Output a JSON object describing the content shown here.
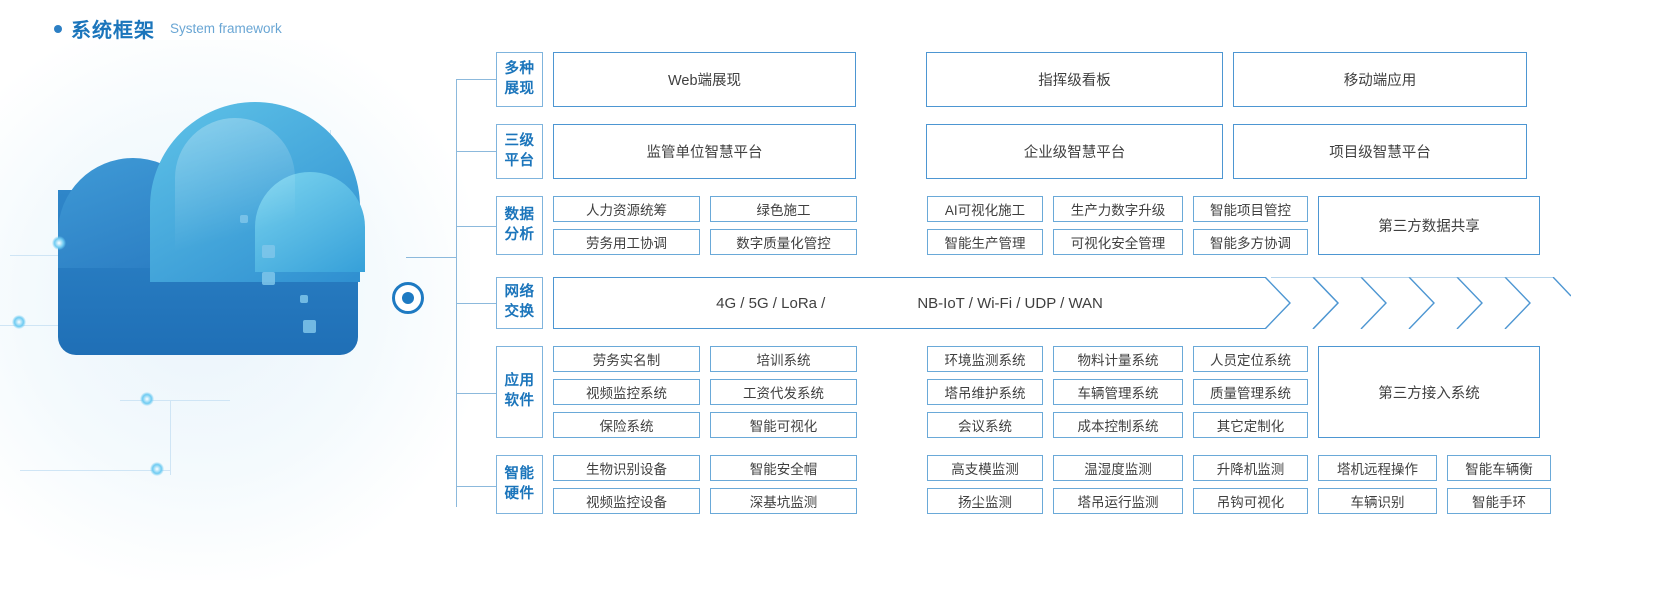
{
  "heading": {
    "title_zh": "系统框架",
    "title_en": "System framework",
    "bullet_color": "#2c7fc4",
    "title_color": "#1b75bb"
  },
  "artwork": {
    "name": "cloud-computing-illustration",
    "node_label": ""
  },
  "rows": [
    {
      "id": "presentation",
      "label_lines": [
        "多种",
        "展现"
      ],
      "type": "bigboxes",
      "boxes": [
        "Web端展现",
        "指挥级看板",
        "移动端应用"
      ]
    },
    {
      "id": "three-tier-platform",
      "label_lines": [
        "三级",
        "平台"
      ],
      "type": "bigboxes",
      "boxes": [
        "监管单位智慧平台",
        "企业级智慧平台",
        "项目级智慧平台"
      ]
    },
    {
      "id": "data-analysis",
      "label_lines": [
        "数据",
        "分析"
      ],
      "type": "grid",
      "left_grid": [
        [
          "人力资源统筹",
          "绿色施工"
        ],
        [
          "劳务用工协调",
          "数字质量化管控"
        ]
      ],
      "right_grid": [
        [
          "AI可视化施工",
          "生产力数字升级",
          "智能项目管控"
        ],
        [
          "智能生产管理",
          "可视化安全管理",
          "智能多方协调"
        ]
      ],
      "side_box": "第三方数据共享"
    },
    {
      "id": "network-exchange",
      "label_lines": [
        "网络",
        "交换"
      ],
      "type": "network",
      "texts": [
        "4G / 5G / LoRa /",
        "NB-IoT / Wi-Fi / UDP / WAN"
      ],
      "arrow_count": 6
    },
    {
      "id": "application-software",
      "label_lines": [
        "应用",
        "软件"
      ],
      "type": "grid",
      "left_grid": [
        [
          "劳务实名制",
          "培训系统"
        ],
        [
          "视频监控系统",
          "工资代发系统"
        ],
        [
          "保险系统",
          "智能可视化"
        ]
      ],
      "right_grid": [
        [
          "环境监测系统",
          "物料计量系统",
          "人员定位系统"
        ],
        [
          "塔吊维护系统",
          "车辆管理系统",
          "质量管理系统"
        ],
        [
          "会议系统",
          "成本控制系统",
          "其它定制化"
        ]
      ],
      "side_box": "第三方接入系统"
    },
    {
      "id": "smart-hardware",
      "label_lines": [
        "智能",
        "硬件"
      ],
      "type": "grid5",
      "left_grid": [
        [
          "生物识别设备",
          "智能安全帽"
        ],
        [
          "视频监控设备",
          "深基坑监测"
        ]
      ],
      "right_grid": [
        [
          "高支模监测",
          "温湿度监测",
          "升降机监测",
          "塔机远程操作",
          "智能车辆衡"
        ],
        [
          "扬尘监测",
          "塔吊运行监测",
          "吊钩可视化",
          "车辆识别",
          "智能手环"
        ]
      ]
    }
  ],
  "colors": {
    "accent": "#1b75bb",
    "box_border": "#4d96d2",
    "cell_border": "#6aa9d8",
    "connector": "#8cb9dc",
    "text": "#3f3f3f"
  }
}
